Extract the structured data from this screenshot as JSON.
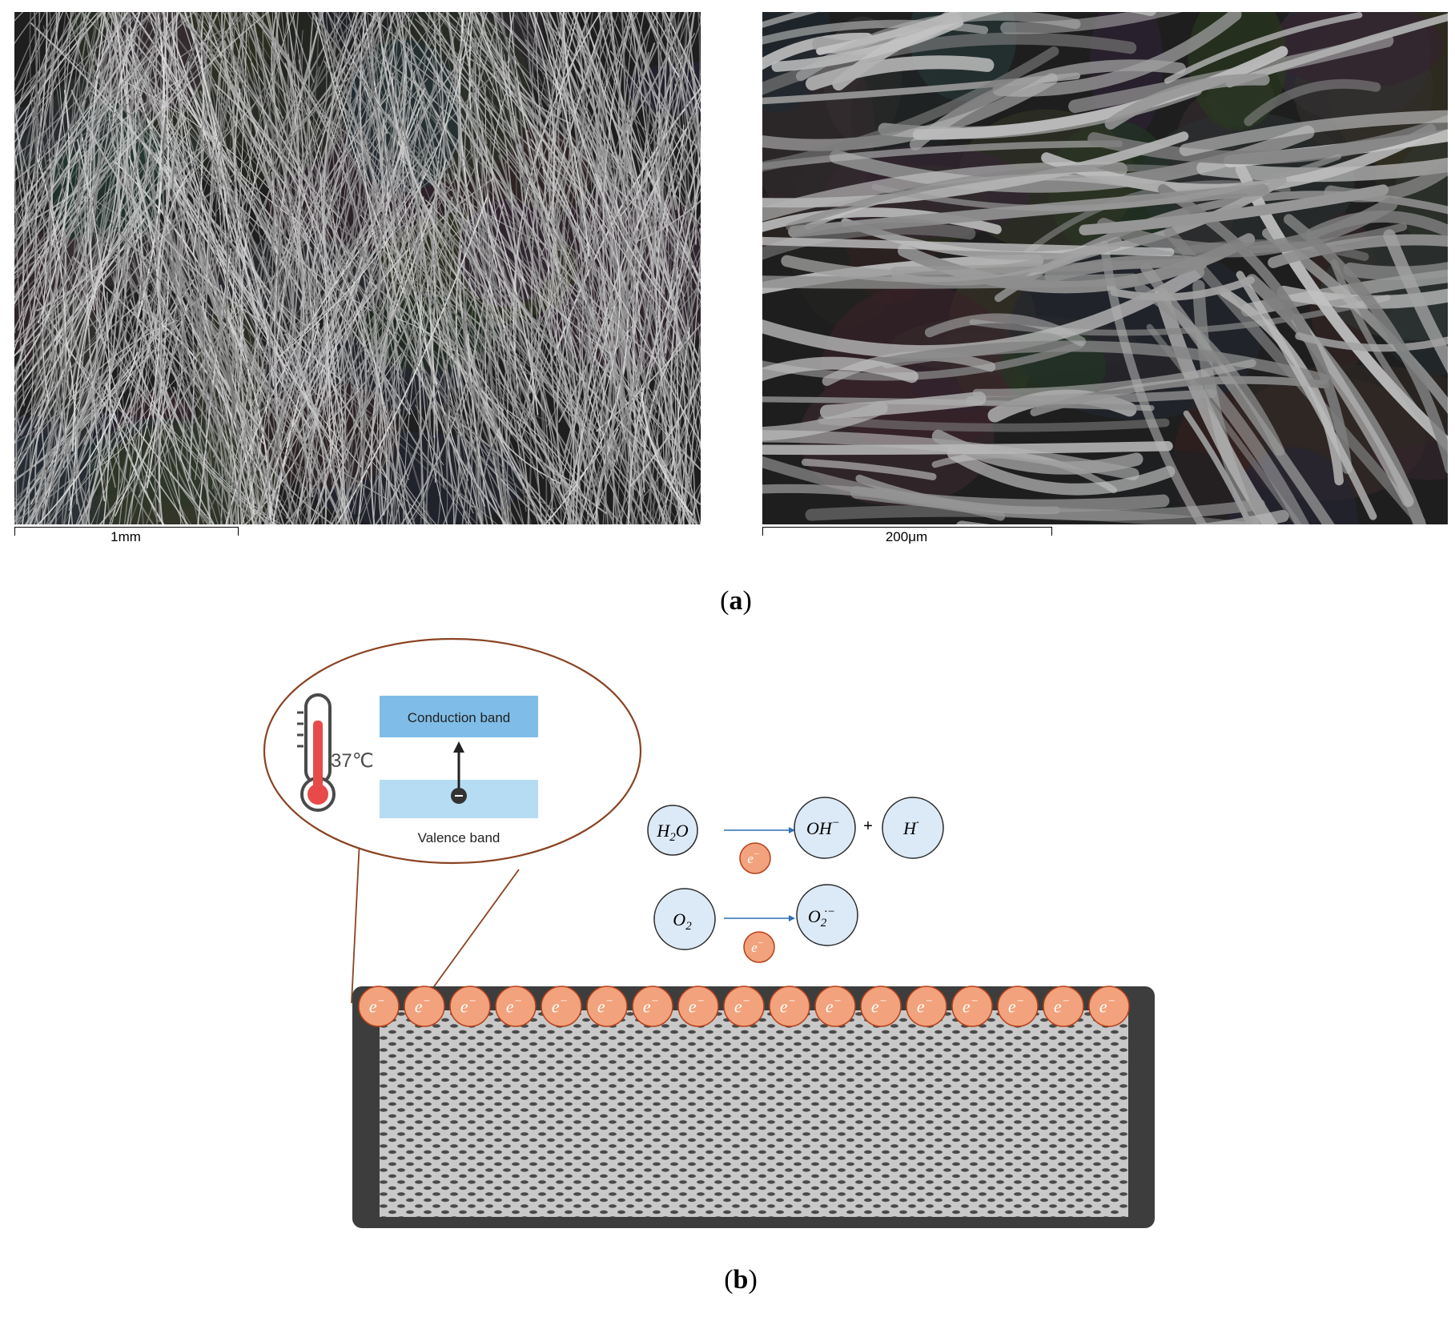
{
  "panel_a": {
    "label": "(a)",
    "left_scale": "1mm",
    "right_scale": "200μm"
  },
  "panel_b": {
    "label": "(b)",
    "inset": {
      "temperature": "37℃",
      "conduction_band": "Conduction band",
      "valence_band": "Valence band"
    },
    "reactions": {
      "h2o": "H",
      "h2o_sub": "2",
      "h2o_tail": "O",
      "oh": "OH",
      "oh_sup": "−",
      "plus": "+",
      "h": "H",
      "h_sup": "·",
      "o2": "O",
      "o2_sub": "2",
      "o2_rad": "O",
      "o2_rad_sub": "2",
      "o2_rad_sup": "·−"
    },
    "electron": "e",
    "electron_sup": "−"
  },
  "colors": {
    "conduction_band": "#7fbde8",
    "valence_band": "#b5dcf2",
    "electron": "#f2a27c",
    "electron_stroke": "#b5401a",
    "molecule_fill": "#dce9f6",
    "inset_outline": "#8a4322",
    "fabric_frame": "#3d3d3d",
    "fabric_fill": "#c9c9c9",
    "thermometer_red": "#e84a4a"
  }
}
